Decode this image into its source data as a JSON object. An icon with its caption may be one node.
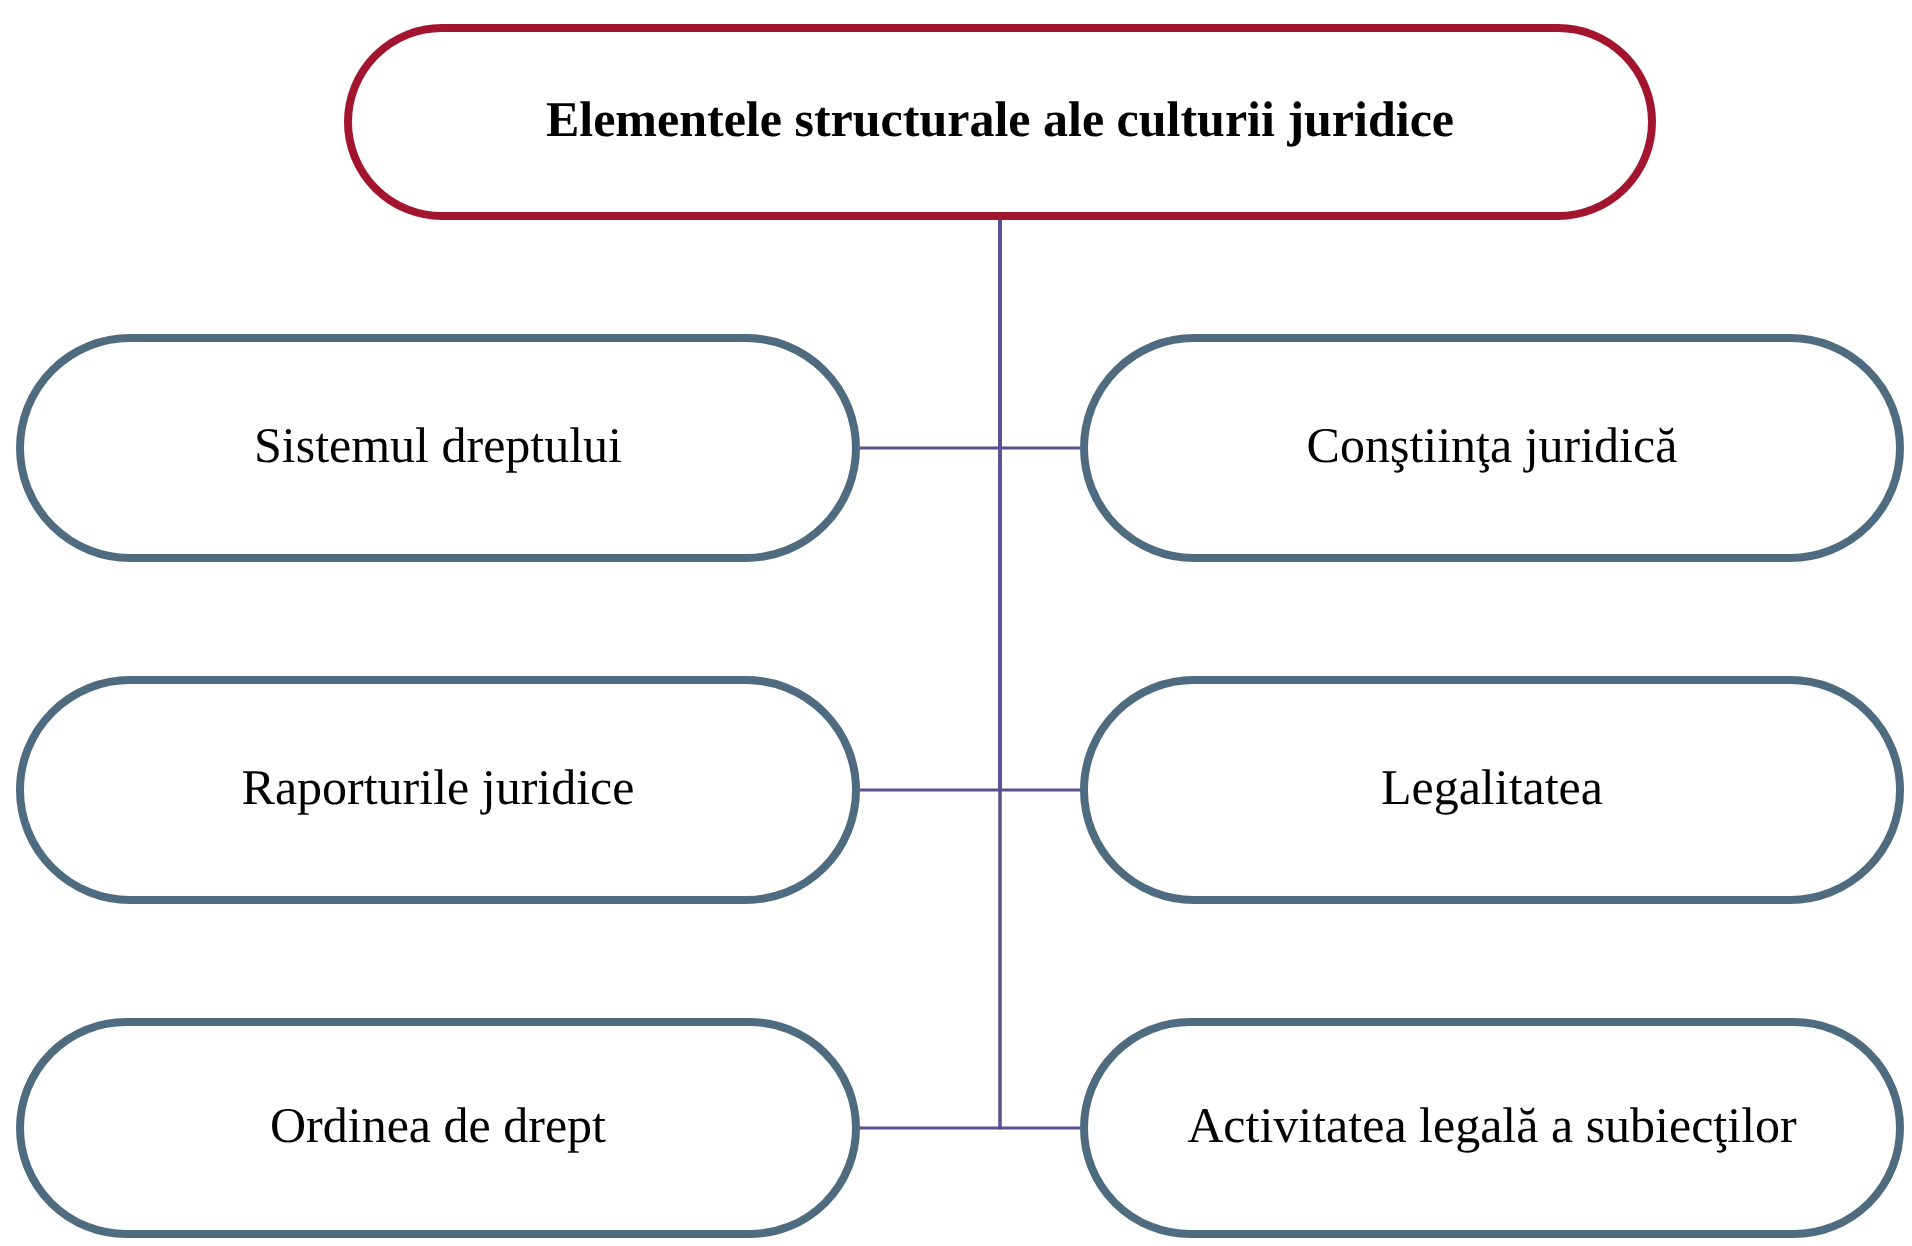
{
  "diagram": {
    "nodes": [
      {
        "text": [
          "Elementele structurale ale culturii juridice"
        ]
      },
      {
        "text": [
          "Sistemul dreptului"
        ]
      },
      {
        "text": [
          "Conştiinţa juridică"
        ]
      },
      {
        "text": [
          "Raporturile juridice"
        ]
      },
      {
        "text": [
          "Legalitatea"
        ]
      },
      {
        "text": [
          "Ordinea de drept"
        ]
      },
      {
        "text": [
          "Activitatea legală a subiecţilor"
        ]
      }
    ],
    "edges": [
      {
        "from": 0,
        "to": 1,
        "arrow": "none"
      },
      {
        "from": 0,
        "to": 2,
        "arrow": "none"
      },
      {
        "from": 0,
        "to": 3,
        "arrow": "none"
      },
      {
        "from": 0,
        "to": 4,
        "arrow": "none"
      },
      {
        "from": 0,
        "to": 5,
        "arrow": "none"
      },
      {
        "from": 0,
        "to": 6,
        "arrow": "none"
      }
    ]
  }
}
